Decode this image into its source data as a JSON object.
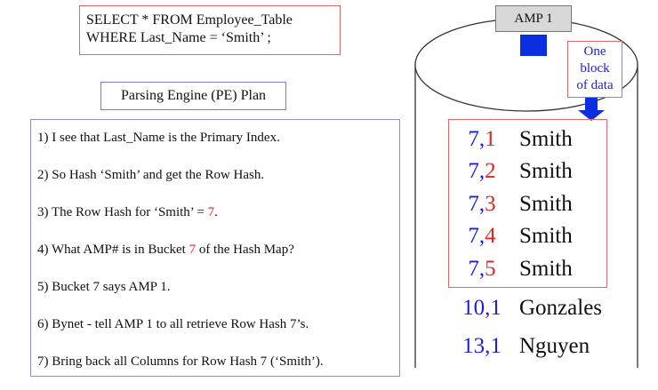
{
  "query": {
    "line1": "SELECT * FROM Employee_Table",
    "line2": "WHERE Last_Name = ‘Smith’ ;"
  },
  "pe_plan_title": "Parsing Engine (PE) Plan",
  "steps": [
    {
      "before": "1) I see that Last_Name is the Primary Index.",
      "red": "",
      "after": ""
    },
    {
      "before": "2) So Hash ‘Smith’ and get the Row Hash.",
      "red": "",
      "after": ""
    },
    {
      "before": "3) The Row Hash for ‘Smith’ = ",
      "red": "7",
      "after": "."
    },
    {
      "before": "4) What AMP# is in Bucket ",
      "red": "7",
      "after": " of the Hash Map?"
    },
    {
      "before": "5) Bucket 7 says AMP 1.",
      "red": "",
      "after": ""
    },
    {
      "before": "6) Bynet - tell AMP 1 to all retrieve Row Hash 7’s.",
      "red": "",
      "after": ""
    },
    {
      "before": "7) Bring back all Columns for Row Hash 7 (‘Smith’).",
      "red": "",
      "after": ""
    }
  ],
  "amp": {
    "label": "AMP 1",
    "block_label": [
      "One",
      "block",
      "of data"
    ]
  },
  "rows": [
    {
      "a": "7",
      "b": "1",
      "name": "Smith"
    },
    {
      "a": "7",
      "b": "2",
      "name": "Smith"
    },
    {
      "a": "7",
      "b": "3",
      "name": "Smith"
    },
    {
      "a": "7",
      "b": "4",
      "name": "Smith"
    },
    {
      "a": "7",
      "b": "5",
      "name": "Smith"
    },
    {
      "a": "10",
      "b": "1",
      "name": "Gonzales"
    },
    {
      "a": "13",
      "b": "1",
      "name": "Nguyen"
    }
  ],
  "colors": {
    "red": "#e0261e",
    "blue": "#1e1ee0",
    "amp_square": "#0a2ee0"
  }
}
